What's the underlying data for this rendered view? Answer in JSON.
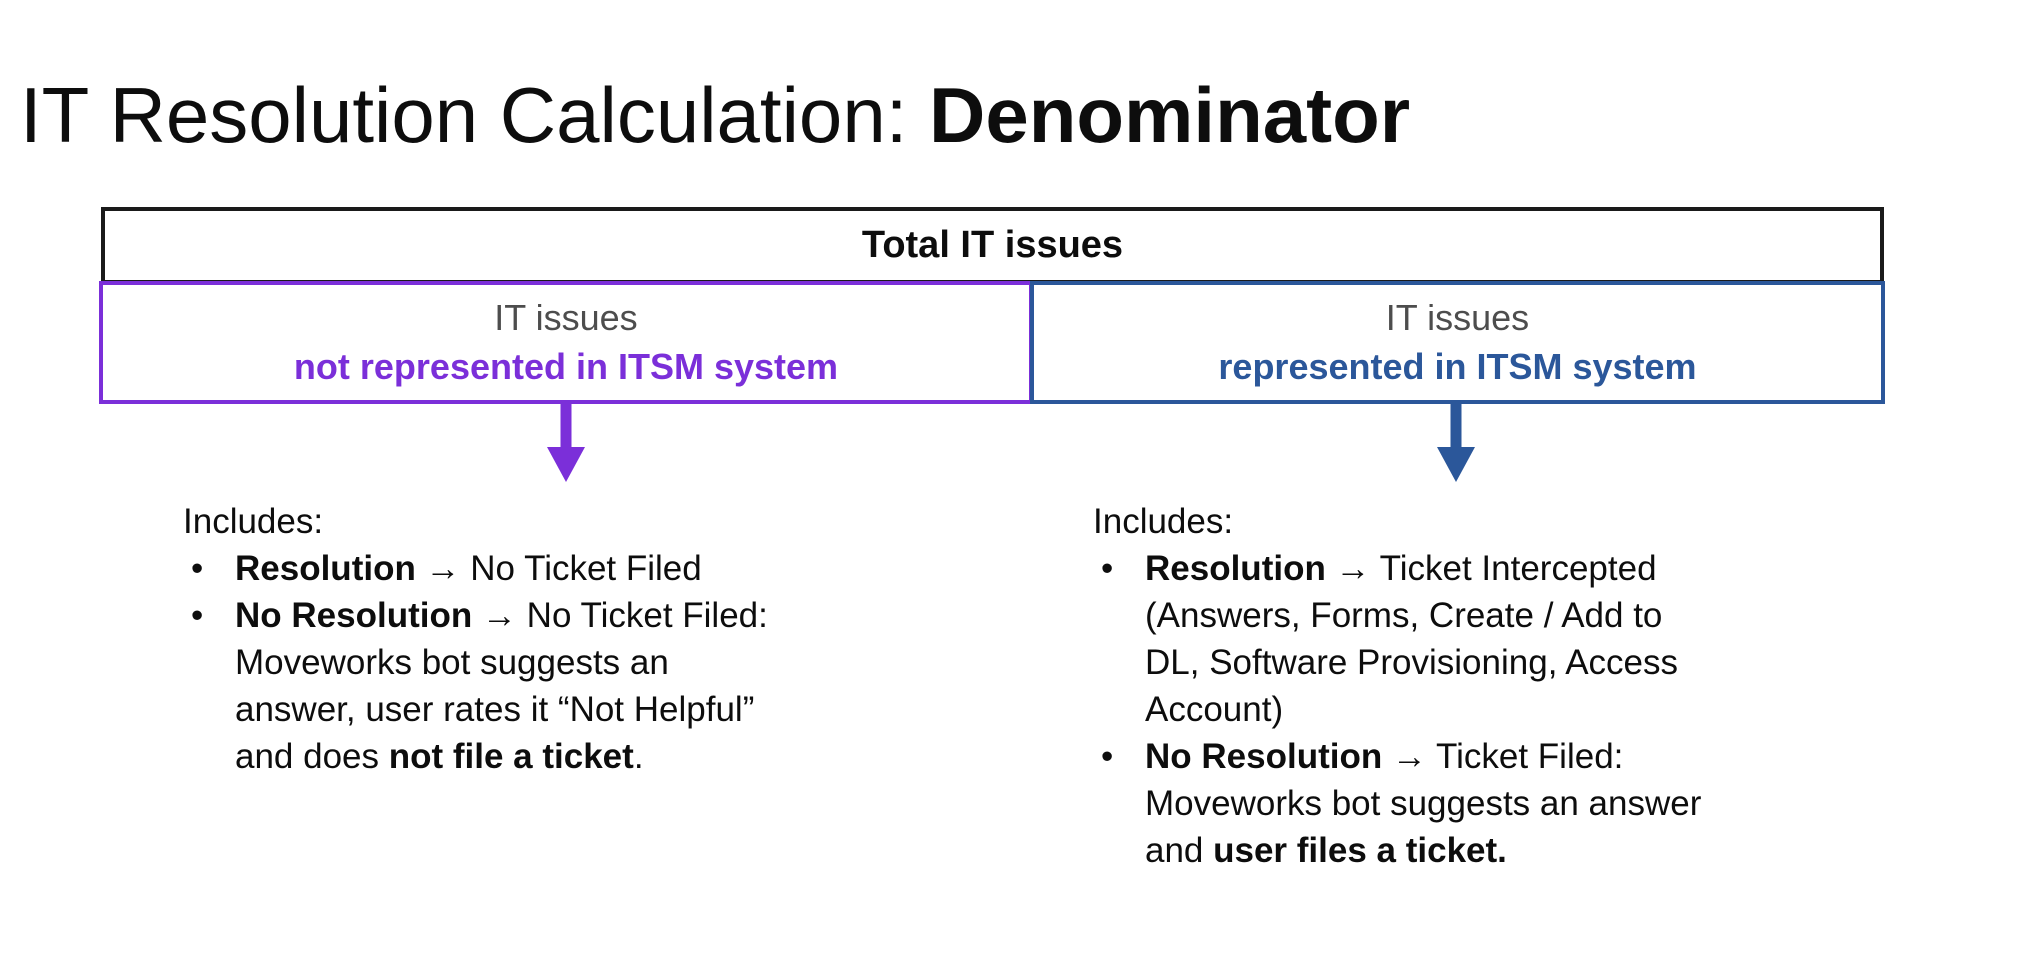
{
  "title": {
    "prefix": "IT Resolution Calculation: ",
    "emphasis": "Denominator"
  },
  "colors": {
    "purple": "#7B2FD9",
    "blue": "#2B579A",
    "gray": "#4D4D4D",
    "border_black": "#1A1A1A"
  },
  "diagram": {
    "total_box": {
      "label": "Total IT issues"
    },
    "left_box": {
      "line1": "IT issues",
      "line2": "not represented in ITSM system"
    },
    "right_box": {
      "line1": "IT issues",
      "line2": "represented in ITSM system"
    }
  },
  "bullet_char": "•",
  "left_column": {
    "heading": "Includes:",
    "bullets": [
      [
        {
          "t": "Resolution",
          "b": true
        },
        {
          "t": " → No Ticket Filed"
        }
      ],
      [
        {
          "t": "No Resolution",
          "b": true
        },
        {
          "t": " → No Ticket Filed: Moveworks bot suggests an answer, user rates it “Not Helpful” and does "
        },
        {
          "t": "not file a ticket",
          "b": true
        },
        {
          "t": "."
        }
      ]
    ]
  },
  "right_column": {
    "heading": "Includes:",
    "bullets": [
      [
        {
          "t": "Resolution",
          "b": true
        },
        {
          "t": " → Ticket Intercepted (Answers, Forms, Create / Add to DL, Software Provisioning, Access Account)"
        }
      ],
      [
        {
          "t": "No Resolution",
          "b": true
        },
        {
          "t": " → Ticket Filed: Moveworks bot suggests an answer and "
        },
        {
          "t": "user files a ticket.",
          "b": true
        }
      ]
    ]
  }
}
